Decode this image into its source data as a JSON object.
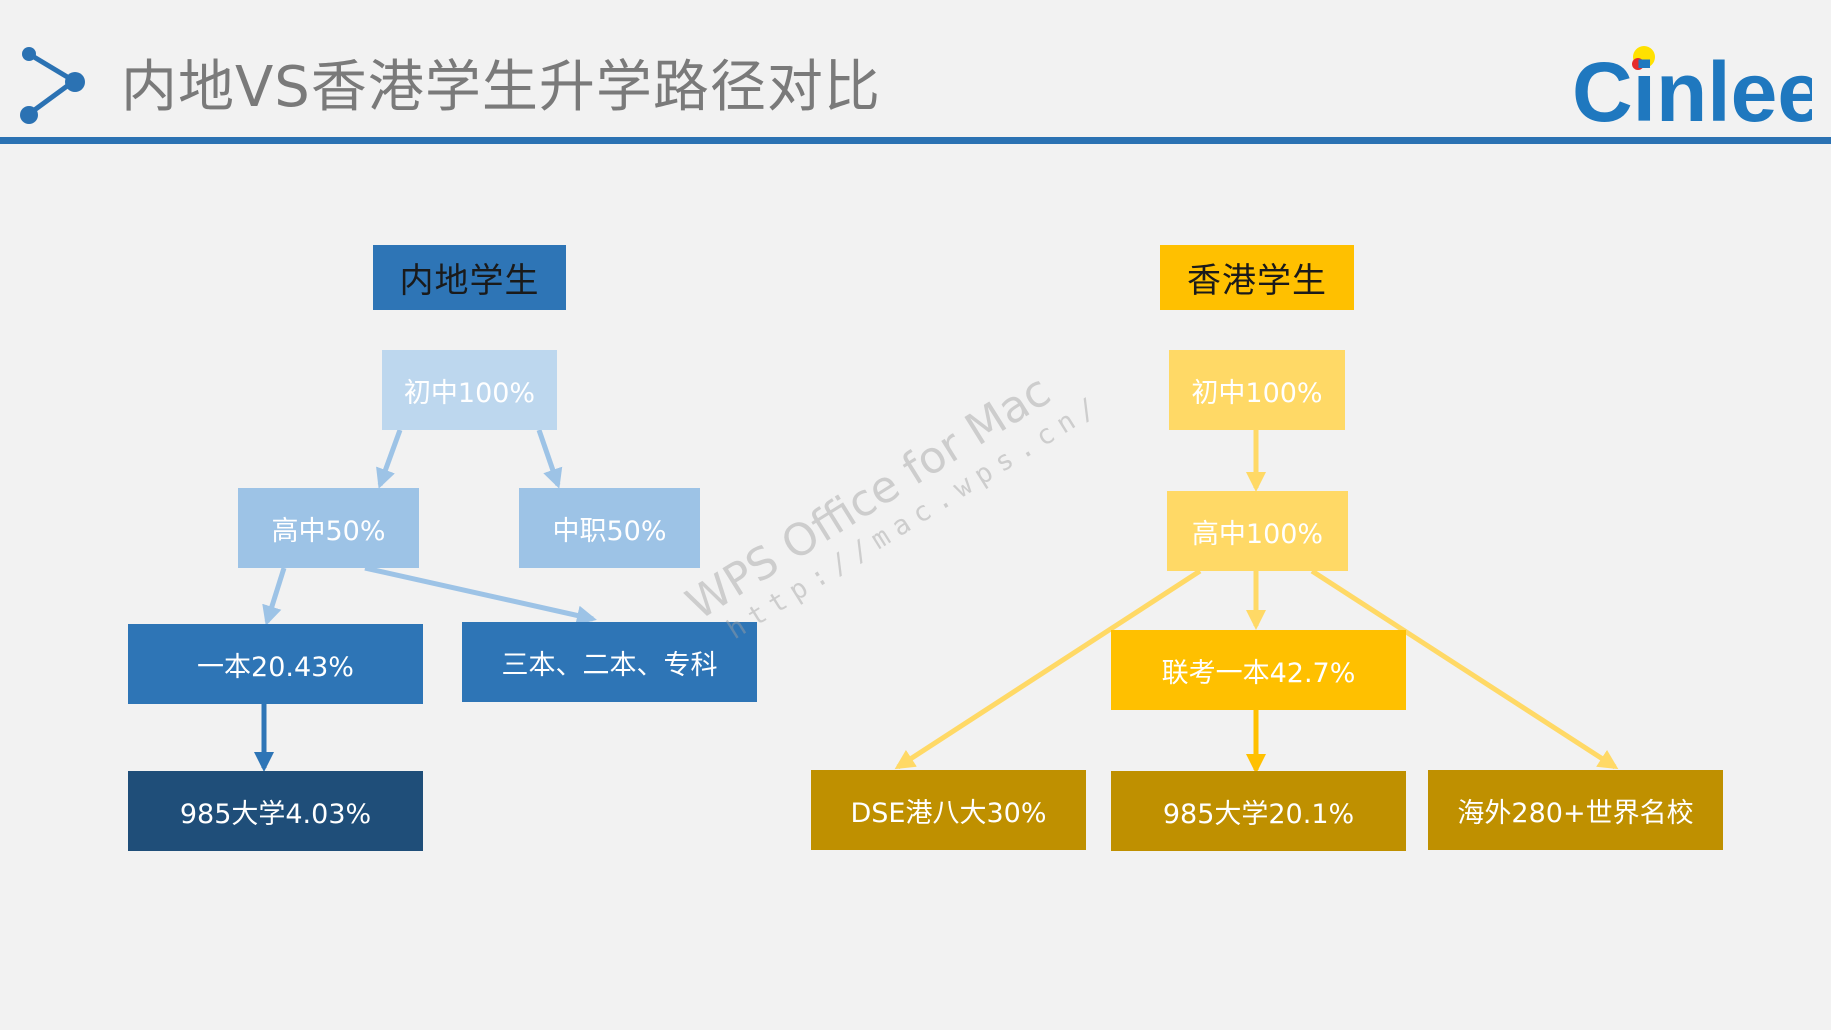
{
  "header": {
    "title": "内地VS香港学生升学路径对比",
    "brand": "Cinlee"
  },
  "colors": {
    "header_rule": "#2b72b3",
    "mainland_title_bg": "#2e75b6",
    "hk_title_bg": "#ffc000",
    "mainland_l1": "#bdd7ee",
    "mainland_l2": "#9dc3e6",
    "mainland_l3": "#2e75b6",
    "mainland_l4": "#1f4e79",
    "hk_l1": "#ffd966",
    "hk_l3": "#ffc000",
    "hk_l4": "#bf9000"
  },
  "mainland": {
    "title": "内地学生",
    "junior": "初中100%",
    "senior": "高中50%",
    "vocational": "中职50%",
    "tier1": "一本20.43%",
    "other": "三本、二本、专科",
    "top985": "985大学4.03%"
  },
  "hongkong": {
    "title": "香港学生",
    "junior": "初中100%",
    "senior": "高中100%",
    "joint_exam": "联考一本42.7%",
    "dse": "DSE港八大30%",
    "top985": "985大学20.1%",
    "overseas": "海外280+世界名校"
  },
  "watermark": {
    "main": "WPS Office for Mac",
    "sub": "http://mac.wps.cn/"
  }
}
